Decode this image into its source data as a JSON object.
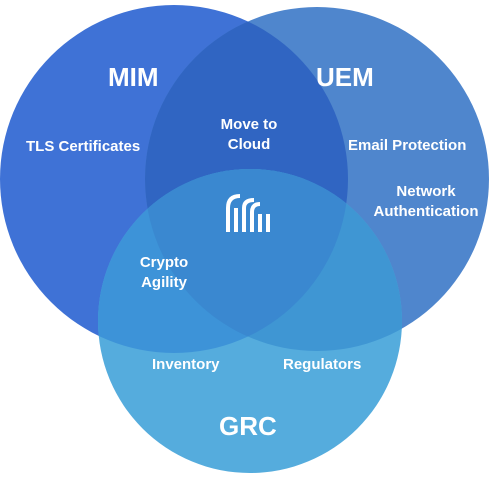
{
  "colors": {
    "mim": "#3f72d6",
    "uem": "#4f86cd",
    "grc": "#55acdd",
    "overlap_mim_uem": "#3065c2",
    "overlap_mim_grc": "#3d93d8",
    "overlap_uem_grc": "#3f96d3",
    "overlap_all": "#3a88d0",
    "text": "#ffffff"
  },
  "circles": {
    "mim": {
      "title": "MIM"
    },
    "uem": {
      "title": "UEM"
    },
    "grc": {
      "title": "GRC"
    }
  },
  "labels": {
    "tls": "TLS Certificates",
    "move_line1": "Move to",
    "move_line2": "Cloud",
    "email": "Email Protection",
    "network_line1": "Network",
    "network_line2": "Authentication",
    "crypto_line1": "Crypto",
    "crypto_line2": "Agility",
    "inventory": "Inventory",
    "regulators": "Regulators"
  },
  "logo": {
    "icon": "brand-logo-icon"
  }
}
